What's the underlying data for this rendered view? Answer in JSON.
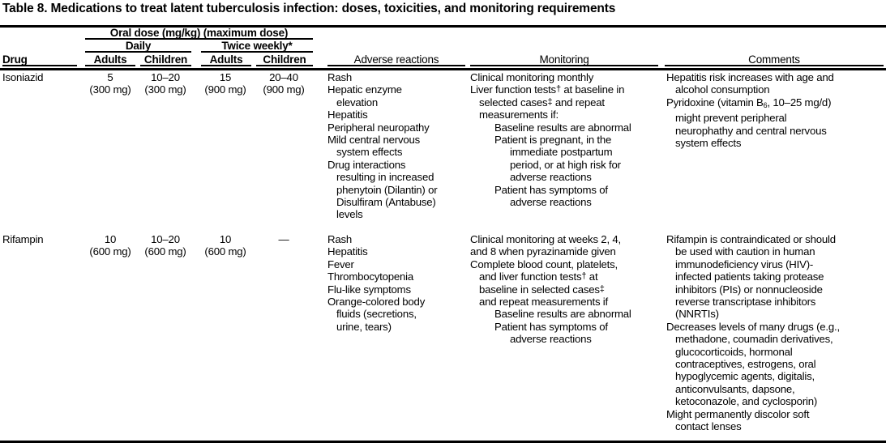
{
  "title": "Table 8. Medications to treat latent tuberculosis infection: doses, toxicities, and monitoring requirements",
  "header": {
    "oral_dose_group": "Oral dose (mg/kg) (maximum dose)",
    "daily_group": "Daily",
    "twice_weekly_group": "Twice weekly*",
    "drug": "Drug",
    "daily_adults": "Adults",
    "daily_children": "Children",
    "twice_adults": "Adults",
    "twice_children": "Children",
    "adverse_reactions": "Adverse reactions",
    "monitoring": "Monitoring",
    "comments": "Comments"
  },
  "rows": [
    {
      "drug": "Isoniazid",
      "daily_adults": [
        "5",
        "(300 mg)"
      ],
      "daily_children": [
        "10–20",
        "(300 mg)"
      ],
      "twice_adults": [
        "15",
        "(900 mg)"
      ],
      "twice_children": [
        "20–40",
        "(900 mg)"
      ],
      "adverse_reactions": [
        {
          "indent": 0,
          "text": "Rash"
        },
        {
          "indent": 0,
          "text": "Hepatic enzyme"
        },
        {
          "indent": 1,
          "text": "elevation"
        },
        {
          "indent": 0,
          "text": "Hepatitis"
        },
        {
          "indent": 0,
          "text": "Peripheral neuropathy"
        },
        {
          "indent": 0,
          "text": "Mild central nervous"
        },
        {
          "indent": 1,
          "text": "system effects"
        },
        {
          "indent": 0,
          "text": "Drug interactions"
        },
        {
          "indent": 1,
          "text": "resulting in increased"
        },
        {
          "indent": 1,
          "text": "phenytoin (Dilantin) or"
        },
        {
          "indent": 1,
          "text": "Disulfiram (Antabuse)"
        },
        {
          "indent": 1,
          "text": "levels"
        }
      ],
      "monitoring": [
        {
          "indent": 0,
          "text": "Clinical monitoring monthly"
        },
        {
          "indent": 0,
          "text": "Liver function tests† at baseline in"
        },
        {
          "indent": 1,
          "text": "selected cases‡ and repeat"
        },
        {
          "indent": 1,
          "text": "measurements if:"
        },
        {
          "indent": 2,
          "text": "Baseline results are abnormal"
        },
        {
          "indent": 2,
          "text": "Patient is pregnant, in the"
        },
        {
          "indent": 3,
          "text": "immediate postpartum"
        },
        {
          "indent": 3,
          "text": "period, or at high risk for"
        },
        {
          "indent": 3,
          "text": "adverse reactions"
        },
        {
          "indent": 2,
          "text": "Patient has symptoms of"
        },
        {
          "indent": 3,
          "text": "adverse reactions"
        }
      ],
      "comments": [
        {
          "indent": 0,
          "text": "Hepatitis risk increases with age and"
        },
        {
          "indent": 1,
          "text": "alcohol consumption"
        },
        {
          "indent": 0,
          "text": "Pyridoxine (vitamin B6, 10–25 mg/d)"
        },
        {
          "indent": 1,
          "text": "might prevent peripheral"
        },
        {
          "indent": 1,
          "text": "neurophathy and central nervous"
        },
        {
          "indent": 1,
          "text": "system effects"
        }
      ]
    },
    {
      "drug": "Rifampin",
      "daily_adults": [
        "10",
        "(600 mg)"
      ],
      "daily_children": [
        "10–20",
        "(600 mg)"
      ],
      "twice_adults": [
        "10",
        "(600 mg)"
      ],
      "twice_children": [
        "—",
        ""
      ],
      "adverse_reactions": [
        {
          "indent": 0,
          "text": "Rash"
        },
        {
          "indent": 0,
          "text": "Hepatitis"
        },
        {
          "indent": 0,
          "text": "Fever"
        },
        {
          "indent": 0,
          "text": "Thrombocytopenia"
        },
        {
          "indent": 0,
          "text": "Flu-like symptoms"
        },
        {
          "indent": 0,
          "text": "Orange-colored body"
        },
        {
          "indent": 1,
          "text": "fluids (secretions,"
        },
        {
          "indent": 1,
          "text": "urine, tears)"
        }
      ],
      "monitoring": [
        {
          "indent": 0,
          "text": "Clinical monitoring at weeks 2, 4,"
        },
        {
          "indent": 0,
          "text": "and 8 when pyrazinamide given"
        },
        {
          "indent": 0,
          "text": "Complete blood count, platelets,"
        },
        {
          "indent": 1,
          "text": "and liver function tests† at"
        },
        {
          "indent": 1,
          "text": "baseline in selected cases‡"
        },
        {
          "indent": 1,
          "text": "and repeat measurements if"
        },
        {
          "indent": 2,
          "text": "Baseline results are abnormal"
        },
        {
          "indent": 2,
          "text": "Patient has symptoms of"
        },
        {
          "indent": 3,
          "text": "adverse reactions"
        }
      ],
      "comments": [
        {
          "indent": 0,
          "text": "Rifampin is contraindicated or should"
        },
        {
          "indent": 1,
          "text": "be used with caution in human"
        },
        {
          "indent": 1,
          "text": "immunodeficiency virus (HIV)-"
        },
        {
          "indent": 1,
          "text": "infected patients taking protease"
        },
        {
          "indent": 1,
          "text": "inhibitors (PIs) or nonnucleoside"
        },
        {
          "indent": 1,
          "text": "reverse transcriptase inhibitors"
        },
        {
          "indent": 1,
          "text": "(NNRTIs)"
        },
        {
          "indent": 0,
          "text": "Decreases levels of many drugs (e.g.,"
        },
        {
          "indent": 1,
          "text": "methadone, coumadin derivatives,"
        },
        {
          "indent": 1,
          "text": "glucocorticoids, hormonal"
        },
        {
          "indent": 1,
          "text": "contraceptives, estrogens, oral"
        },
        {
          "indent": 1,
          "text": "hypoglycemic agents, digitalis,"
        },
        {
          "indent": 1,
          "text": "anticonvulsants, dapsone,"
        },
        {
          "indent": 1,
          "text": "ketoconazole, and cyclosporin)"
        },
        {
          "indent": 0,
          "text": "Might permanently discolor soft"
        },
        {
          "indent": 1,
          "text": "contact lenses"
        }
      ]
    }
  ]
}
